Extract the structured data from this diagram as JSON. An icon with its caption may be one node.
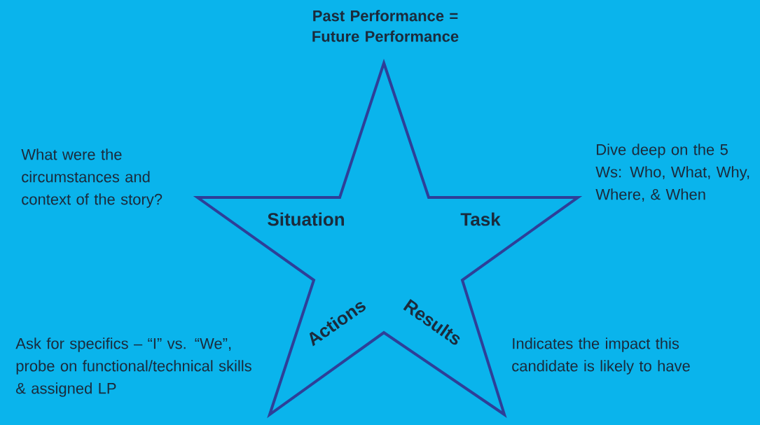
{
  "diagram": {
    "title": "Past Performance = Future Performance",
    "nodes": [
      {
        "text": [
          "Situation",
          "Task",
          "Actions",
          "Results"
        ]
      }
    ],
    "labels": [
      "What were the circumstances and context of the story?",
      "Dive deep on the 5 Ws: Who, What, Why, Where, & When",
      "Ask for specifics – “I” vs. “We”, probe on functional/technical skills & assigned LP",
      "Indicates the impact this candidate is likely to have"
    ]
  }
}
